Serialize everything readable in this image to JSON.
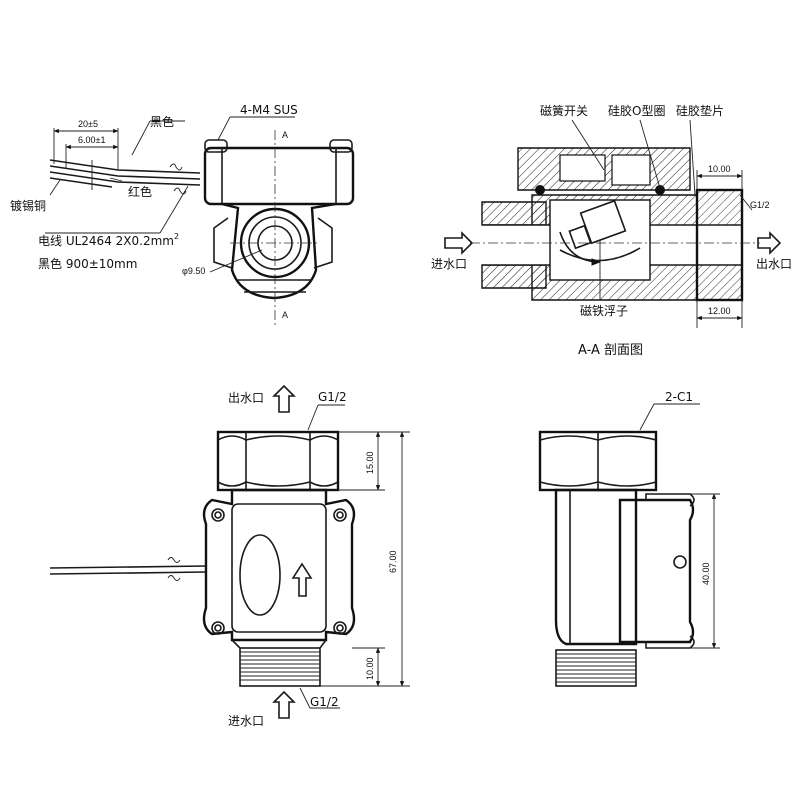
{
  "front_view": {
    "label_black": "黑色",
    "label_red": "红色",
    "label_tin": "镀锡铜",
    "dim_20": "20±5",
    "dim_6": "6.00±1",
    "label_screws": "4-M4  SUS",
    "wire_spec": "电线 UL2464 2X0.2mm",
    "wire_spec_sup": "2",
    "wire_len": "黑色 900±10mm",
    "dim_bore": "φ9.50",
    "section_mark": "A"
  },
  "section_view": {
    "label_reed": "磁簧开关",
    "label_oring": "硅胶O型圈",
    "label_gasket": "硅胶垫片",
    "label_float": "磁铁浮子",
    "label_in": "进水口",
    "label_out": "出水口",
    "thread": "G1/2",
    "dim_10": "10.00",
    "dim_12": "12.00",
    "caption": "A-A 剖面图"
  },
  "bottom_left_view": {
    "label_out": "出水口",
    "label_in": "进水口",
    "thread_top": "G1/2",
    "thread_bottom": "G1/2",
    "dim_15": "15.00",
    "dim_67": "67.00",
    "dim_10": "10.00"
  },
  "bottom_right_view": {
    "chamfer": "2-C1",
    "dim_40": "40.00"
  }
}
